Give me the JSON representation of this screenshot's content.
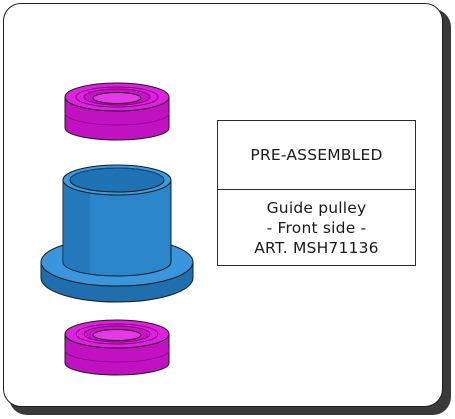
{
  "label": {
    "status": "PRE-ASSEMBLED",
    "line1": "Guide pulley",
    "line2": "- Front side -",
    "line3": "ART. MSH71136"
  },
  "colors": {
    "bearing": "#e010e0",
    "bearing_shade": "#a400a4",
    "bushing": "#2a86c9",
    "bushing_shade": "#1d5f97",
    "outline": "#1a1a1a"
  }
}
